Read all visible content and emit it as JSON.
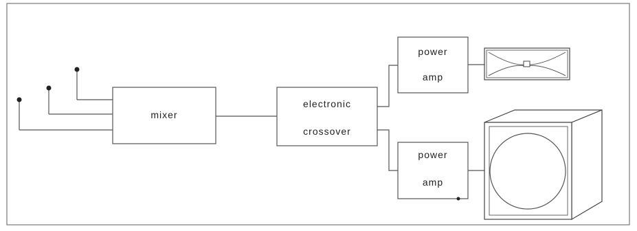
{
  "diagram": {
    "mixer_label": "mixer",
    "crossover_line1": "electronic",
    "crossover_line2": "crossover",
    "amp_top_line1": "power",
    "amp_top_line2": "amp",
    "amp_bottom_line1": "power",
    "amp_bottom_line2": "amp"
  }
}
